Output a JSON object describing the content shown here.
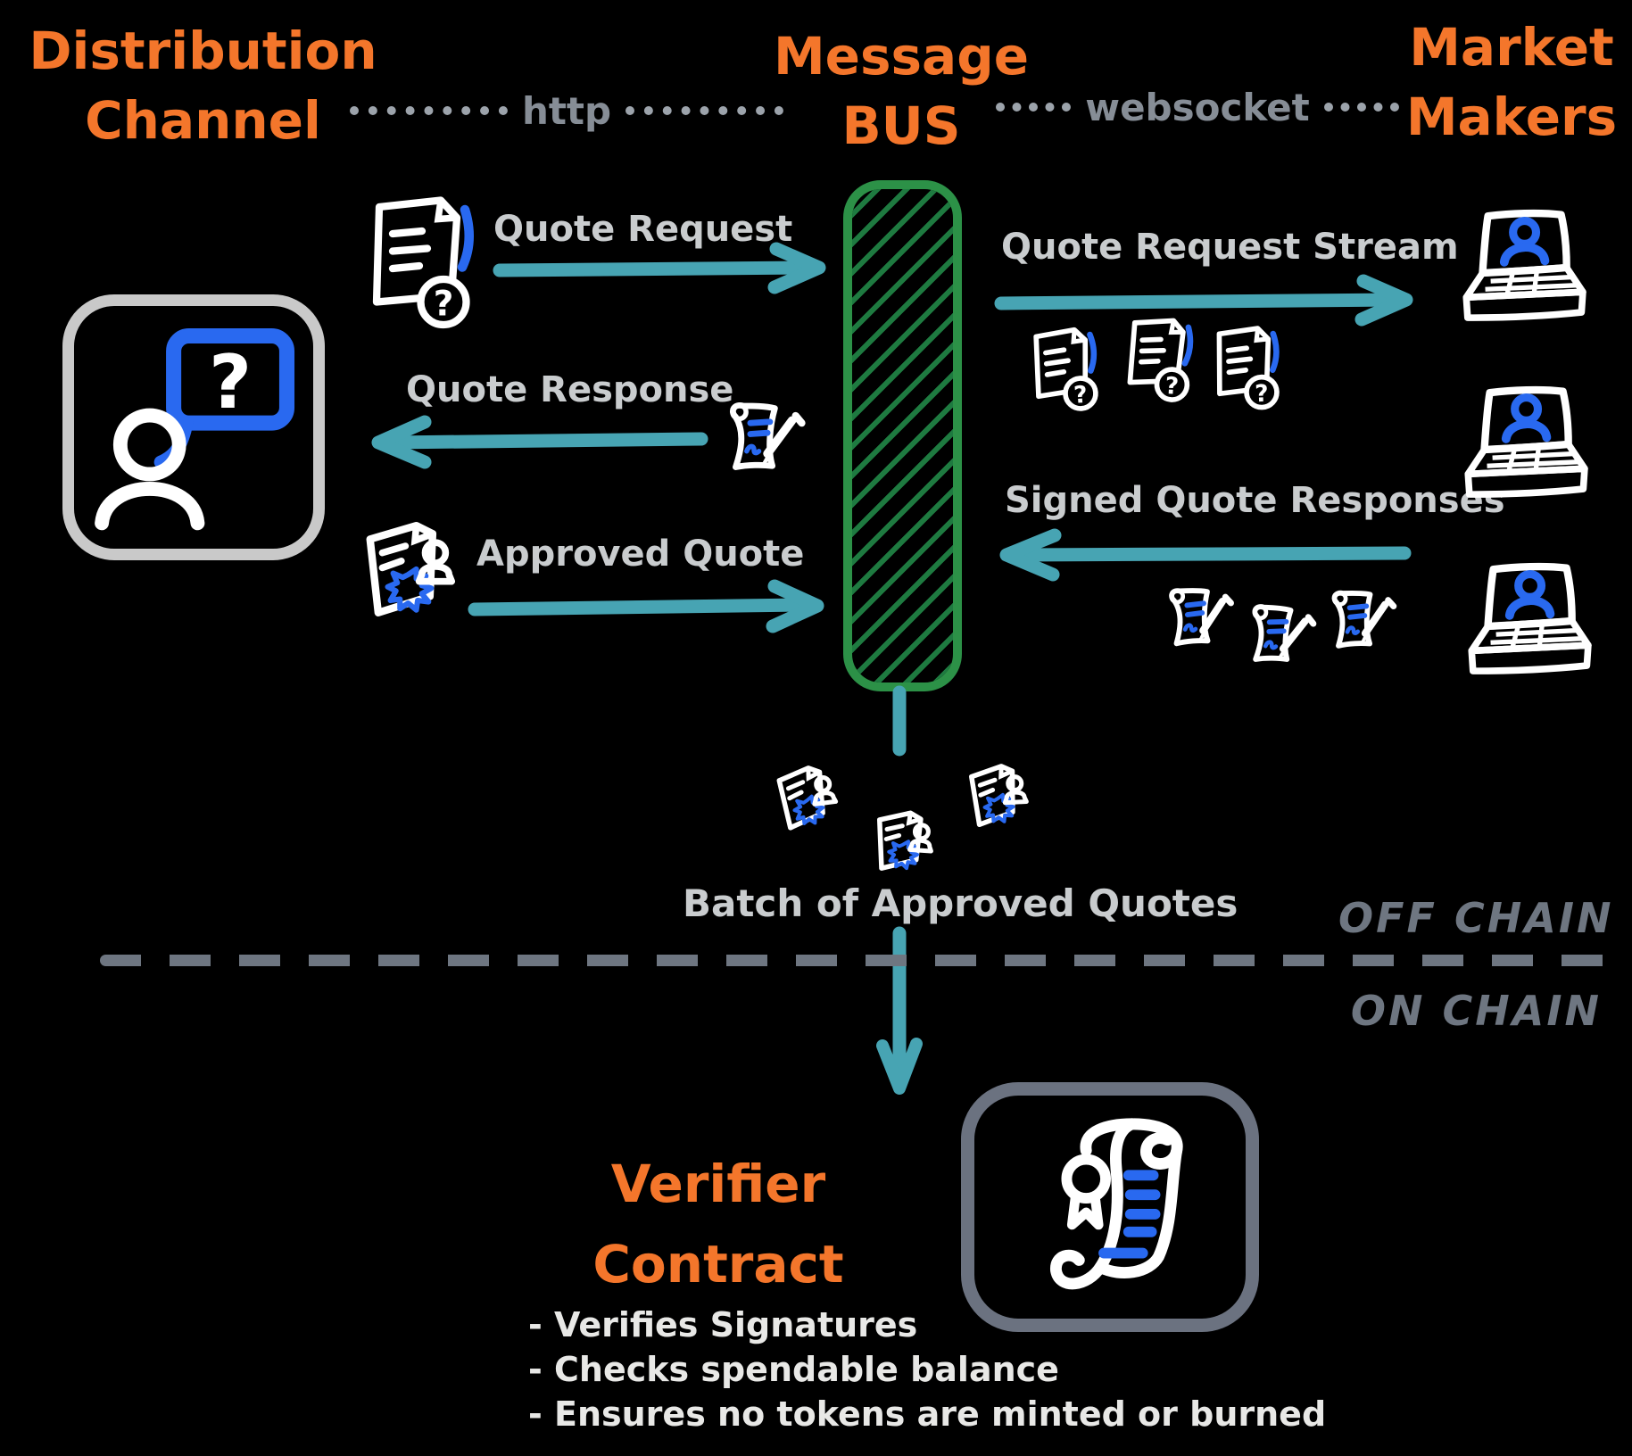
{
  "titles": {
    "distribution": {
      "line1": "Distribution",
      "line2": "Channel"
    },
    "message_bus": {
      "line1": "Message",
      "line2": "BUS"
    },
    "market_makers": {
      "line1": "Market",
      "line2": "Makers"
    }
  },
  "transports": {
    "http": "http",
    "websocket": "websocket"
  },
  "flows": {
    "quote_request": "Quote Request",
    "quote_response": "Quote Response",
    "approved_quote": "Approved Quote",
    "quote_request_stream": "Quote Request Stream",
    "signed_quote_responses": "Signed Quote Responses",
    "batch_of_approved_quotes": "Batch of Approved Quotes"
  },
  "chain": {
    "off": "OFF CHAIN",
    "on": "ON CHAIN"
  },
  "verifier": {
    "title_line1": "Verifier",
    "title_line2": "Contract",
    "bullets": [
      "- Verifies Signatures",
      "- Checks spendable balance",
      "- Ensures no tokens are minted or burned"
    ]
  },
  "glyphs": {
    "question": "?"
  },
  "icons": {
    "distribution_channel": "user-with-question-bubble-icon",
    "quote_request_doc": "document-with-question-mark-icon",
    "quote_response_doc": "signed-scroll-with-pen-icon",
    "approved_quote_doc": "document-with-approval-stamp-icon",
    "market_maker": "laptop-with-user-icon",
    "verifier_contract": "certified-scroll-icon",
    "message_bus": "hatched-bus-bar"
  },
  "colors": {
    "background": "#000000",
    "orange": "#F4762B",
    "teal": "#47A4B3",
    "green_border": "#2C9147",
    "green_hatch": "#1E7A40",
    "blue": "#2969F0",
    "white": "#FFFFFF",
    "label_gray": "#C9CCCE",
    "transport_gray": "#868D96",
    "chain_gray": "#6E7681",
    "list_white": "#E8E8E6",
    "light_box_border": "#C9C9C9",
    "dark_box_border": "#6B7280"
  }
}
